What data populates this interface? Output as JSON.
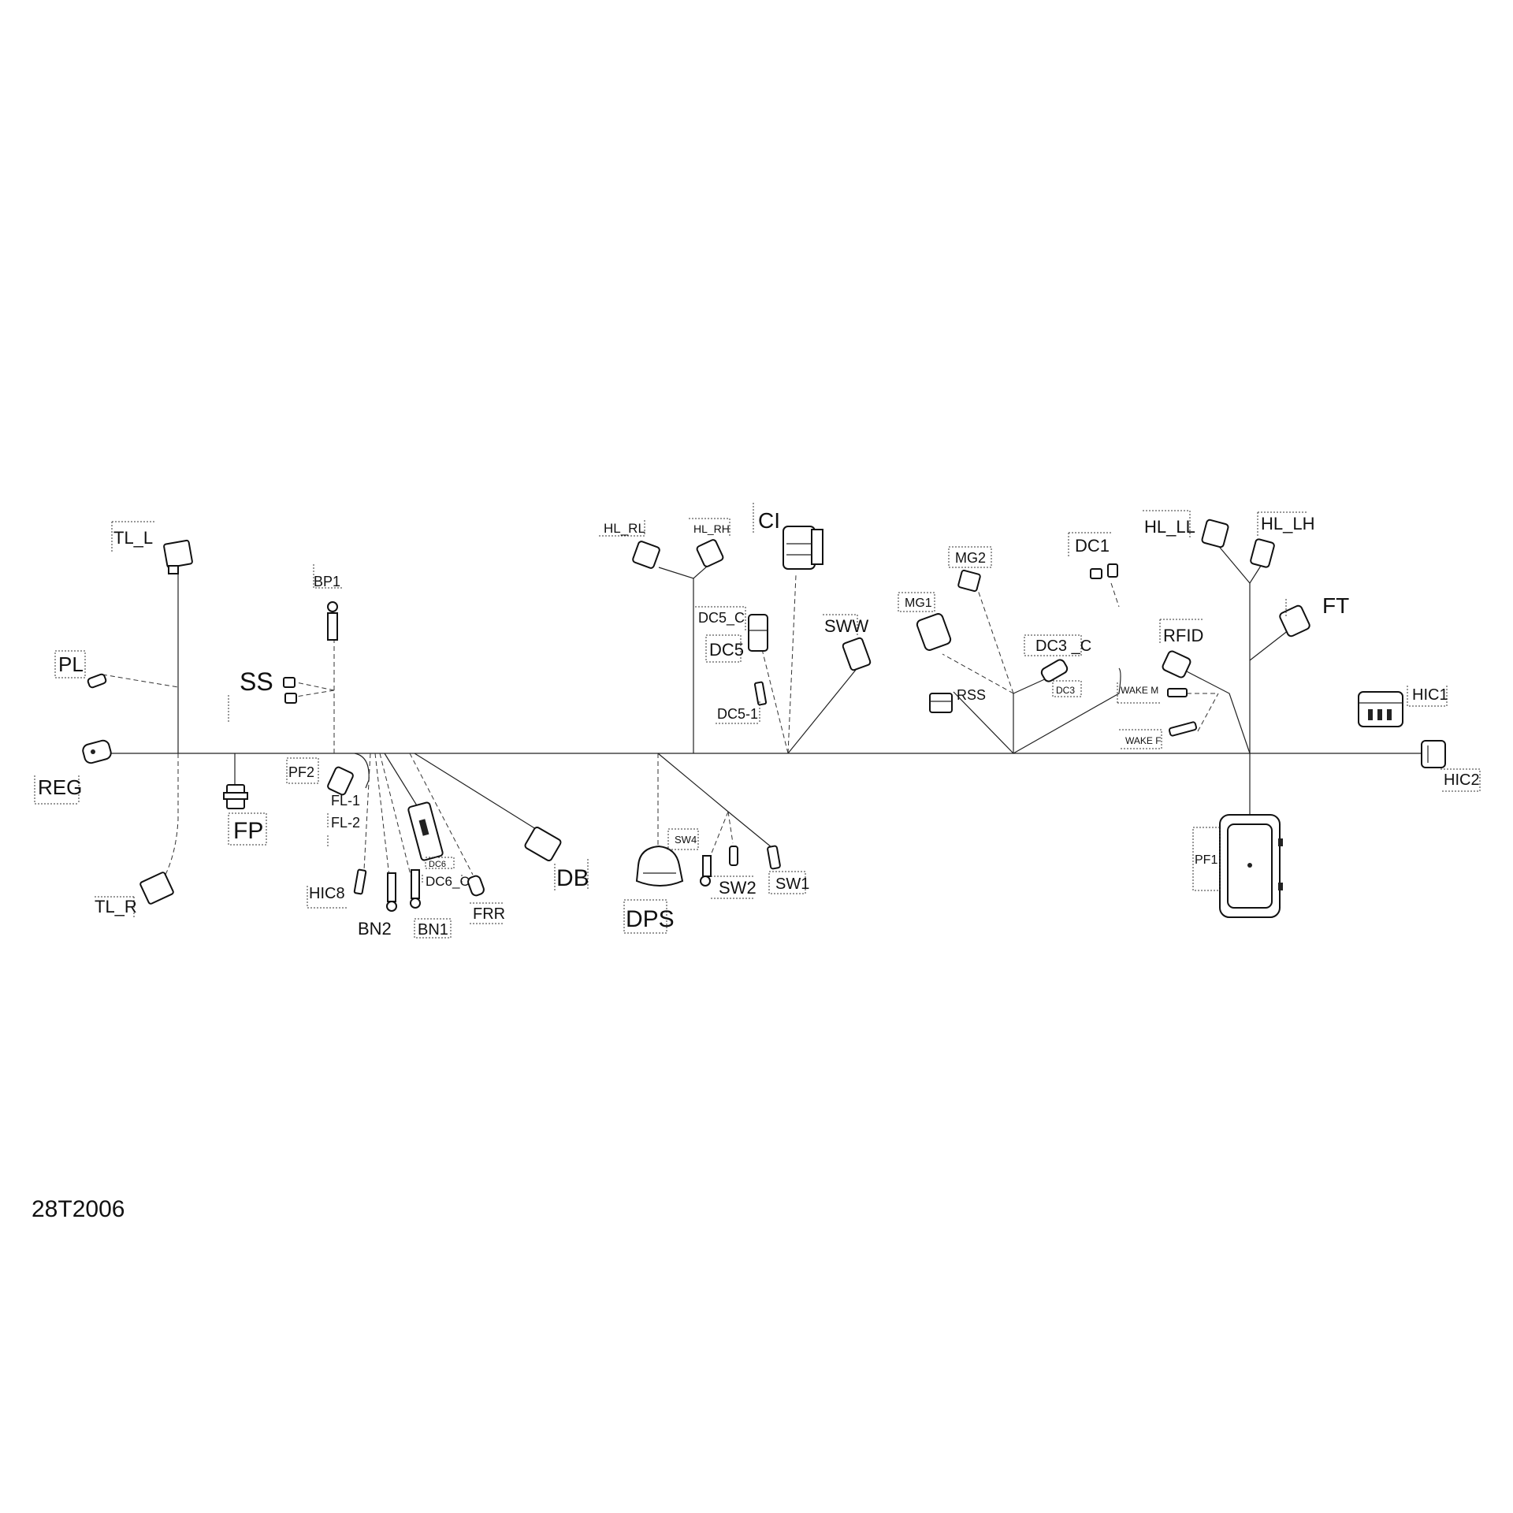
{
  "diagram": {
    "reference": "28T2006",
    "labels": {
      "TL_L": "TL_L",
      "TL_R": "TL_R",
      "PL": "PL",
      "REG": "REG",
      "FP": "FP",
      "SS": "SS",
      "BP1": "BP1",
      "PF2": "PF2",
      "FL1": "FL-1",
      "FL2": "FL-2",
      "HIC8": "HIC8",
      "BN2": "BN2",
      "BN1": "BN1",
      "DC6": "DC6",
      "DC6_C": "DC6_C",
      "FRR": "FRR",
      "DB": "DB",
      "DPS": "DPS",
      "SW4": "SW4",
      "SW2": "SW2",
      "SW1": "SW1",
      "HL_RL": "HL_RL",
      "HL_RH": "HL_RH",
      "CI": "CI",
      "DC5_C": "DC5_C",
      "DC5": "DC5",
      "DC5_1": "DC5-1",
      "SWW": "SWW",
      "MG2": "MG2",
      "MG1": "MG1",
      "RSS": "RSS",
      "DC1": "DC1",
      "DC3_C": "DC3 _C",
      "DC3": "DC3",
      "WAKE_M": "WAKE M",
      "WAKE_F": "WAKE F",
      "HL_LL": "HL_LL",
      "HL_LH": "HL_LH",
      "FT": "FT",
      "RFID": "RFID",
      "HIC1": "HIC1",
      "HIC2": "HIC2",
      "PF1": "PF1"
    }
  }
}
